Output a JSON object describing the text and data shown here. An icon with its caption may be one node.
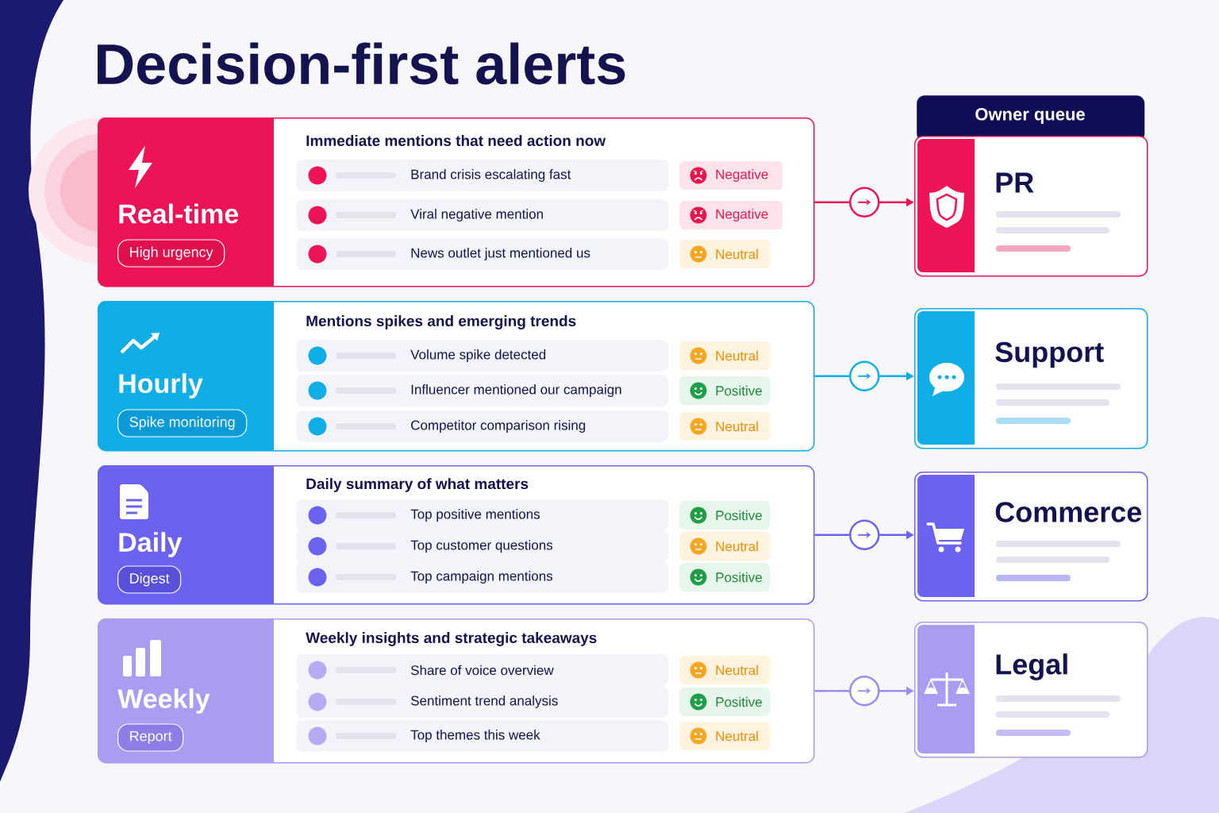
{
  "diagram": {
    "title": "Decision-first alerts",
    "nodes": [
      {
        "text": [
          "Owner queue"
        ]
      },
      {
        "text": [
          "Real-time",
          "High urgency",
          "Immediate mentions that need action now"
        ]
      },
      {
        "text": [
          "Brand crisis escalating fast"
        ],
        "in": 1
      },
      {
        "text": [
          "Viral negative mention"
        ],
        "in": 1
      },
      {
        "text": [
          "News outlet just mentioned us"
        ],
        "in": 1
      },
      {
        "text": [
          "Negative"
        ],
        "in": 1
      },
      {
        "text": [
          "Negative"
        ],
        "in": 1
      },
      {
        "text": [
          "Neutral"
        ],
        "in": 1
      },
      {
        "text": [
          "PR"
        ]
      },
      {
        "text": [
          "Hourly",
          "Spike monitoring",
          "Mentions spikes and emerging trends"
        ]
      },
      {
        "text": [
          "Volume spike detected"
        ],
        "in": 9
      },
      {
        "text": [
          "Influencer mentioned our campaign"
        ],
        "in": 9
      },
      {
        "text": [
          "Competitor comparison rising"
        ],
        "in": 9
      },
      {
        "text": [
          "Neutral"
        ],
        "in": 9
      },
      {
        "text": [
          "Positive"
        ],
        "in": 9
      },
      {
        "text": [
          "Neutral"
        ],
        "in": 9
      },
      {
        "text": [
          "Support"
        ]
      },
      {
        "text": [
          "Daily",
          "Digest",
          "Daily summary of what matters"
        ]
      },
      {
        "text": [
          "Top positive mentions"
        ],
        "in": 17
      },
      {
        "text": [
          "Top customer questions"
        ],
        "in": 17
      },
      {
        "text": [
          "Top campaign mentions"
        ],
        "in": 17
      },
      {
        "text": [
          "Positive"
        ],
        "in": 17
      },
      {
        "text": [
          "Neutral"
        ],
        "in": 17
      },
      {
        "text": [
          "Positive"
        ],
        "in": 17
      },
      {
        "text": [
          "Commerce"
        ]
      },
      {
        "text": [
          "Weekly",
          "Report",
          "Weekly insights and strategic takeaways"
        ]
      },
      {
        "text": [
          "Share of voice overview"
        ],
        "in": 25
      },
      {
        "text": [
          "Sentiment trend analysis"
        ],
        "in": 25
      },
      {
        "text": [
          "Top themes this week"
        ],
        "in": 25
      },
      {
        "text": [
          "Neutral"
        ],
        "in": 25
      },
      {
        "text": [
          "Positive"
        ],
        "in": 25
      },
      {
        "text": [
          "Neutral"
        ],
        "in": 25
      },
      {
        "text": [
          "Legal"
        ]
      }
    ],
    "edges": [
      {
        "from": 1,
        "to": 8,
        "arrow": "to",
        "color": "#ec1456"
      },
      {
        "from": 9,
        "to": 16,
        "arrow": "to",
        "color": "#10aee6"
      },
      {
        "from": 17,
        "to": 24,
        "arrow": "to",
        "color": "#6b63ef"
      },
      {
        "from": 25,
        "to": 32,
        "arrow": "to",
        "color": "#9d8cf0"
      }
    ]
  }
}
